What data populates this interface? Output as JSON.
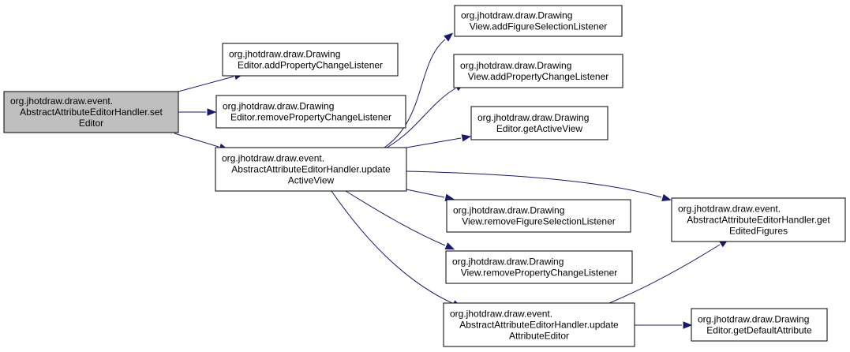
{
  "diagram": {
    "type": "call-graph",
    "colors": {
      "edge": "#191970",
      "root_fill": "#bfbfbf",
      "node_fill": "#ffffff",
      "node_border": "#000000"
    },
    "nodes": [
      {
        "id": "setEditor",
        "lines": [
          "org.jhotdraw.draw.event.",
          "AbstractAttributeEditorHandler.set",
          "Editor"
        ],
        "root": true
      },
      {
        "id": "editorAddPCL",
        "lines": [
          "org.jhotdraw.draw.Drawing",
          "Editor.addPropertyChangeListener"
        ]
      },
      {
        "id": "editorRemovePCL",
        "lines": [
          "org.jhotdraw.draw.Drawing",
          "Editor.removePropertyChangeListener"
        ]
      },
      {
        "id": "updateActiveView",
        "lines": [
          "org.jhotdraw.draw.event.",
          "AbstractAttributeEditorHandler.update",
          "ActiveView"
        ]
      },
      {
        "id": "viewAddFSL",
        "lines": [
          "org.jhotdraw.draw.Drawing",
          "View.addFigureSelectionListener"
        ]
      },
      {
        "id": "viewAddPCL",
        "lines": [
          "org.jhotdraw.draw.Drawing",
          "View.addPropertyChangeListener"
        ]
      },
      {
        "id": "getActiveView",
        "lines": [
          "org.jhotdraw.draw.Drawing",
          "Editor.getActiveView"
        ]
      },
      {
        "id": "viewRemoveFSL",
        "lines": [
          "org.jhotdraw.draw.Drawing",
          "View.removeFigureSelectionListener"
        ]
      },
      {
        "id": "viewRemovePCL",
        "lines": [
          "org.jhotdraw.draw.Drawing",
          "View.removePropertyChangeListener"
        ]
      },
      {
        "id": "updateAttributeEditor",
        "lines": [
          "org.jhotdraw.draw.event.",
          "AbstractAttributeEditorHandler.update",
          "AttributeEditor"
        ]
      },
      {
        "id": "getEditedFigures",
        "lines": [
          "org.jhotdraw.draw.event.",
          "AbstractAttributeEditorHandler.get",
          "EditedFigures"
        ]
      },
      {
        "id": "getDefaultAttribute",
        "lines": [
          "org.jhotdraw.draw.Drawing",
          "Editor.getDefaultAttribute"
        ]
      }
    ],
    "edges": [
      {
        "from": "setEditor",
        "to": "editorAddPCL"
      },
      {
        "from": "setEditor",
        "to": "editorRemovePCL"
      },
      {
        "from": "setEditor",
        "to": "updateActiveView"
      },
      {
        "from": "updateActiveView",
        "to": "viewAddFSL"
      },
      {
        "from": "updateActiveView",
        "to": "viewAddPCL"
      },
      {
        "from": "updateActiveView",
        "to": "getActiveView"
      },
      {
        "from": "updateActiveView",
        "to": "getEditedFigures"
      },
      {
        "from": "updateActiveView",
        "to": "viewRemoveFSL"
      },
      {
        "from": "updateActiveView",
        "to": "viewRemovePCL"
      },
      {
        "from": "updateActiveView",
        "to": "updateAttributeEditor"
      },
      {
        "from": "updateAttributeEditor",
        "to": "getEditedFigures"
      },
      {
        "from": "updateAttributeEditor",
        "to": "getDefaultAttribute"
      }
    ]
  }
}
